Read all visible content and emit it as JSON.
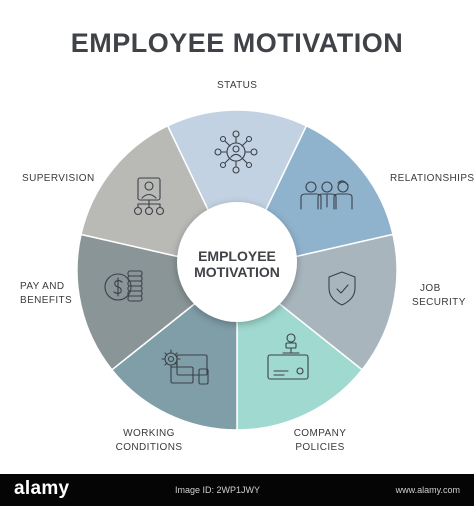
{
  "title": "EMPLOYEE MOTIVATION",
  "center": {
    "line1": "EMPLOYEE",
    "line2": "MOTIVATION"
  },
  "segments": [
    {
      "label": [
        "STATUS"
      ],
      "color": "#c2d2e2",
      "icon": "network-people-icon"
    },
    {
      "label": [
        "RELATIONSHIPS"
      ],
      "color": "#8fb3cd",
      "icon": "team-group-icon"
    },
    {
      "label": [
        "JOB",
        "SECURITY"
      ],
      "color": "#a8b5bd",
      "icon": "shield-check-icon"
    },
    {
      "label": [
        "COMPANY",
        "POLICIES"
      ],
      "color": "#9fd9d0",
      "icon": "stamp-card-icon"
    },
    {
      "label": [
        "WORKING",
        "CONDITIONS"
      ],
      "color": "#7f9ea8",
      "icon": "gear-devices-icon"
    },
    {
      "label": [
        "PAY AND",
        "BENEFITS"
      ],
      "color": "#8a9597",
      "icon": "dollar-coins-icon"
    },
    {
      "label": [
        "SUPERVISION"
      ],
      "color": "#b9bab6",
      "icon": "org-chart-icon"
    }
  ],
  "footer": {
    "brand": "alamy",
    "image_id": "Image ID: 2WP1JWY",
    "url": "www.alamy.com"
  }
}
